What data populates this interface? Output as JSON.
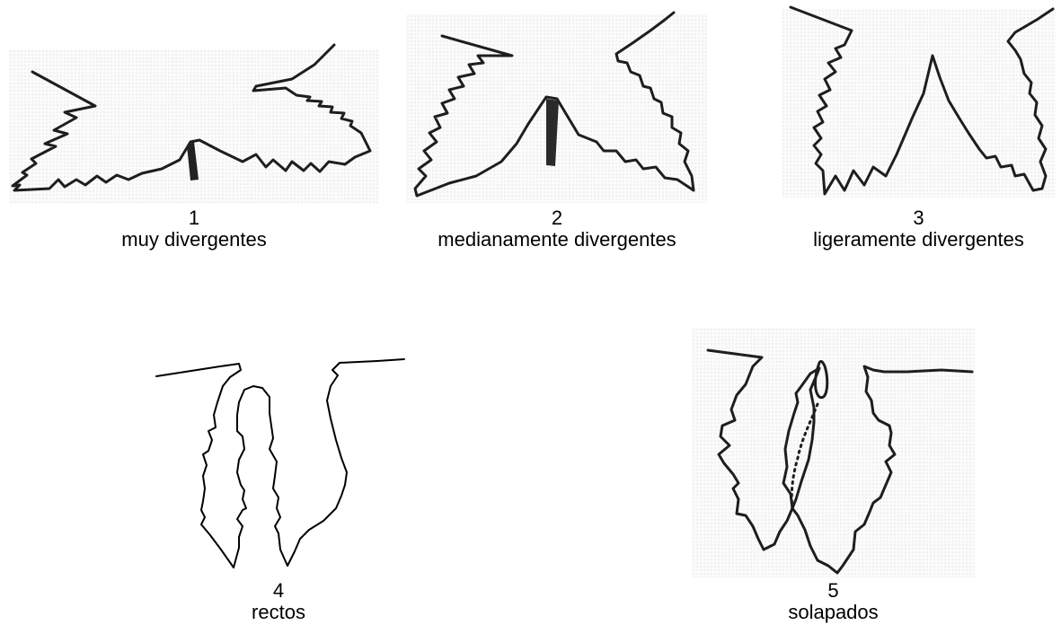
{
  "figures": [
    {
      "number": "1",
      "label": "muy divergentes"
    },
    {
      "number": "2",
      "label": "medianamente divergentes"
    },
    {
      "number": "3",
      "label": "ligeramente divergentes"
    },
    {
      "number": "4",
      "label": "rectos"
    },
    {
      "number": "5",
      "label": "solapados"
    }
  ]
}
